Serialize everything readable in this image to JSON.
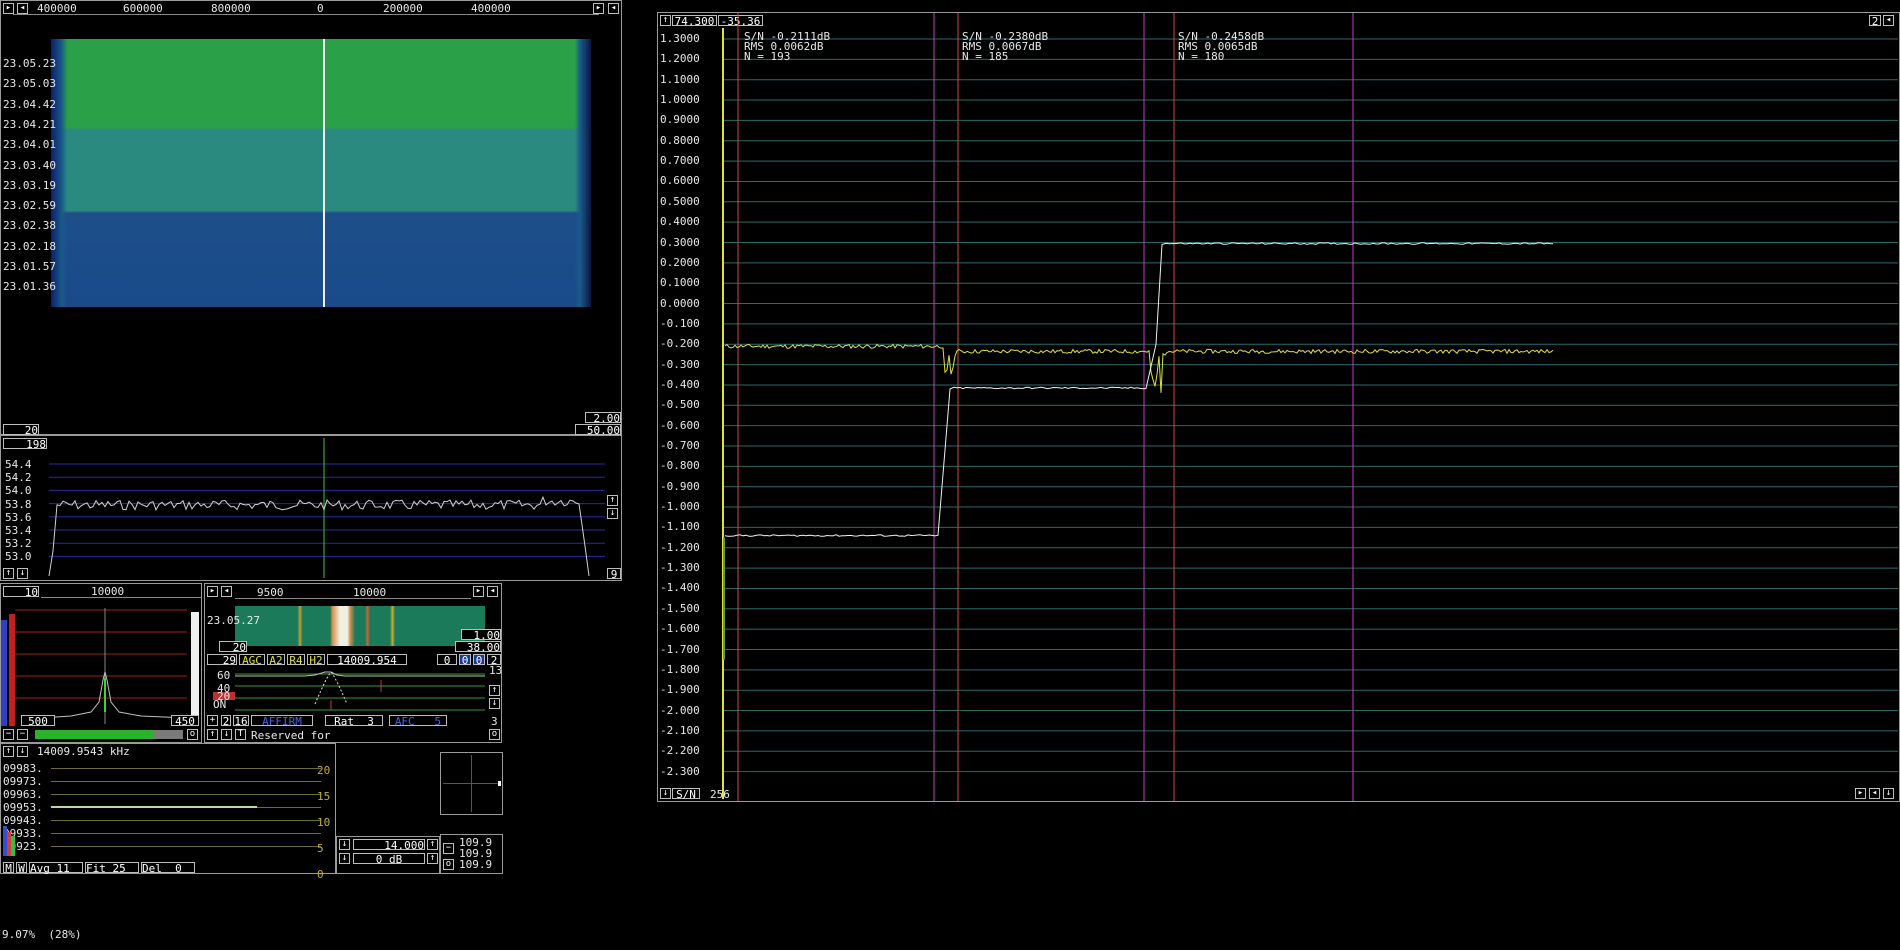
{
  "waterfall": {
    "freq_ticks": [
      "400000",
      "600000",
      "800000",
      "0",
      "200000",
      "400000"
    ],
    "time_labels": [
      "23.05.23",
      "23.05.03",
      "23.04.42",
      "23.04.21",
      "23.04.01",
      "23.03.40",
      "23.03.19",
      "23.02.59",
      "23.02.38",
      "23.02.18",
      "23.01.57",
      "23.01.36"
    ],
    "bottom_left_box": "20",
    "bottom_right_top": "2.00",
    "bottom_right_bot": "50.00"
  },
  "spectrum": {
    "top_box": "198",
    "y_labels": [
      "54.4",
      "54.2",
      "54.0",
      "53.8",
      "53.6",
      "53.4",
      "53.2",
      "53.0"
    ],
    "right_box": "9"
  },
  "small_spectrum": {
    "top_left": "10",
    "top_center": "10000",
    "bottom_left": "500",
    "bottom_right": "450"
  },
  "narrow": {
    "ticks": [
      "9500",
      "10000"
    ],
    "time": "23.05.27",
    "box_left": "20",
    "box_r1": "1.00",
    "box_r2": "38.00",
    "ctrl_num": "29",
    "agc": "AGC",
    "a2": "A2",
    "r4": "R4",
    "h2": "H2",
    "freq": "14009.954",
    "z1": "0",
    "z2": "0",
    "z3": "0",
    "z4": "2",
    "lvl_60": "60",
    "lvl_40": "40",
    "lvl_20": "20",
    "lvl_on": "ON",
    "right_13": "13",
    "b2": "2",
    "b16": "16",
    "affirm": "AFFIRM",
    "rat": "Rat  3",
    "afc": "AFC   5",
    "right_3": "3",
    "reserved": "Reserved for"
  },
  "sig_list": {
    "freq": "14009.9543 kHz",
    "rows": [
      "09983.",
      "09973.",
      "09963.",
      "09953.",
      "09943.",
      "09933.",
      "09923."
    ],
    "scale": [
      "20",
      "15",
      "10",
      "5",
      "0"
    ],
    "avg": "Avg 11",
    "fit": "Fit 25",
    "del": "Del  0",
    "m": "M",
    "w": "W"
  },
  "level": {
    "val1": "14.000",
    "val2": "0 dB",
    "r1": "109.9",
    "r2": "109.9",
    "r3": "109.9"
  },
  "status": "9.07%  (28%)",
  "plot": {
    "box1": "74.300",
    "box2": "-35.36",
    "corner": "2",
    "sn_label": "S/N",
    "sn_count": "256",
    "y_labels": [
      "1.3000",
      "1.2000",
      "1.1000",
      "1.0000",
      "0.9000",
      "0.8000",
      "0.7000",
      "0.6000",
      "0.5000",
      "0.4000",
      "0.3000",
      "0.2000",
      "0.1000",
      "0.0000",
      "-0.100",
      "-0.200",
      "-0.300",
      "-0.400",
      "-0.500",
      "-0.600",
      "-0.700",
      "-0.800",
      "-0.900",
      "-1.000",
      "-1.100",
      "-1.200",
      "-1.300",
      "-1.400",
      "-1.500",
      "-1.600",
      "-1.700",
      "-1.800",
      "-1.900",
      "-2.000",
      "-2.100",
      "-2.200",
      "-2.300"
    ],
    "stats": [
      {
        "sn": "S/N -0.2111dB",
        "rms": "RMS 0.0062dB",
        "n": "N = 193"
      },
      {
        "sn": "S/N -0.2380dB",
        "rms": "RMS 0.0067dB",
        "n": "N = 185"
      },
      {
        "sn": "S/N -0.2458dB",
        "rms": "RMS 0.0065dB",
        "n": "N = 180"
      }
    ]
  },
  "colors": {
    "yellow": "#e0e040",
    "magenta": "#c040c0",
    "red": "#e04040",
    "grid": "#2a6a6a",
    "green": "#2a9a3a"
  }
}
